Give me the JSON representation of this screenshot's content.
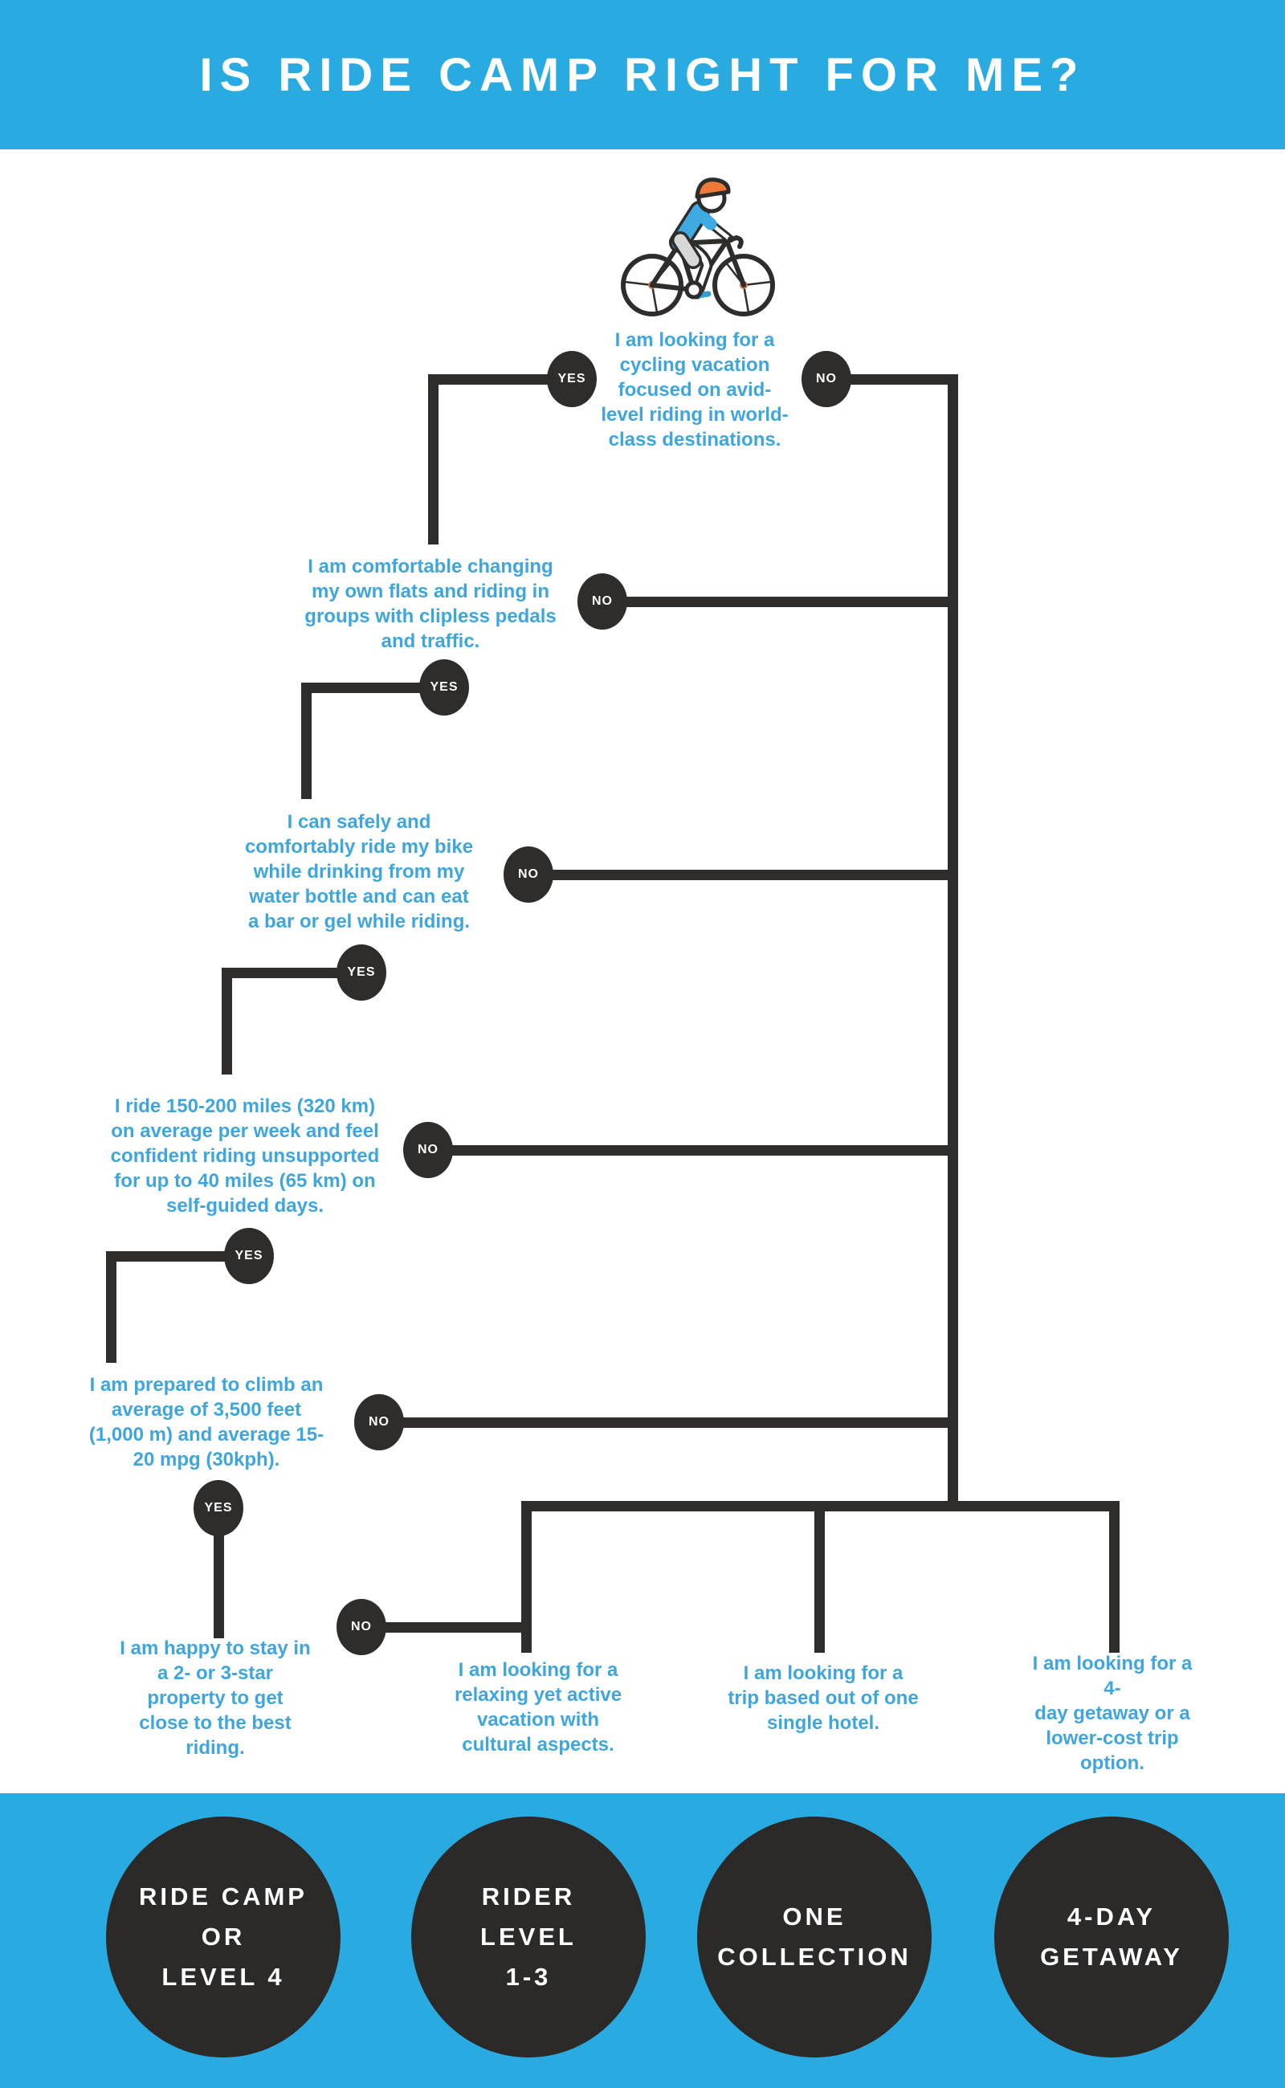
{
  "header": {
    "title": "IS RIDE CAMP RIGHT FOR ME?"
  },
  "labels": {
    "yes": "YES",
    "no": "NO"
  },
  "icons": {
    "hero": "cyclist-icon"
  },
  "colors": {
    "band_blue": "#29abe2",
    "question_text_blue": "#3fa6dd",
    "node_dark": "#2e2d2c",
    "outcome_dark": "#2b2a29",
    "helmet_orange": "#ef7a38",
    "shirt_blue": "#3fa9e1",
    "shorts_gray": "#d8d8d8"
  },
  "questions": [
    {
      "text": "I am looking for a\ncycling vacation\nfocused on avid-\nlevel riding in world-\nclass destinations."
    },
    {
      "text": "I am comfortable changing\nmy own flats and riding in\ngroups with clipless pedals\nand traffic."
    },
    {
      "text": "I can safely and\ncomfortably ride my bike\nwhile drinking from my\nwater bottle and can eat\na bar or gel while riding."
    },
    {
      "text": "I ride 150-200 miles (320 km)\non average per week and feel\nconfident riding unsupported\nfor up to 40 miles (65 km) on\nself-guided days."
    },
    {
      "text": "I am prepared to climb an\naverage of 3,500 feet\n(1,000 m) and average 15-\n20 mpg (30kph)."
    },
    {
      "text": "I am happy to stay in\na 2- or 3-star\nproperty to get\nclose to the best\nriding."
    }
  ],
  "branch_notes": [
    {
      "text": "I am looking for a\nrelaxing yet active\nvacation with\ncultural aspects."
    },
    {
      "text": "I am looking for a\ntrip based out of one\nsingle hotel."
    },
    {
      "text": "I am looking for a 4-\nday getaway or a\nlower-cost trip\noption."
    }
  ],
  "outcomes": [
    {
      "label": "RIDE CAMP\nOR\nLEVEL 4"
    },
    {
      "label": "RIDER\nLEVEL\n1-3"
    },
    {
      "label": "ONE\nCOLLECTION"
    },
    {
      "label": "4-DAY\nGETAWAY"
    }
  ]
}
